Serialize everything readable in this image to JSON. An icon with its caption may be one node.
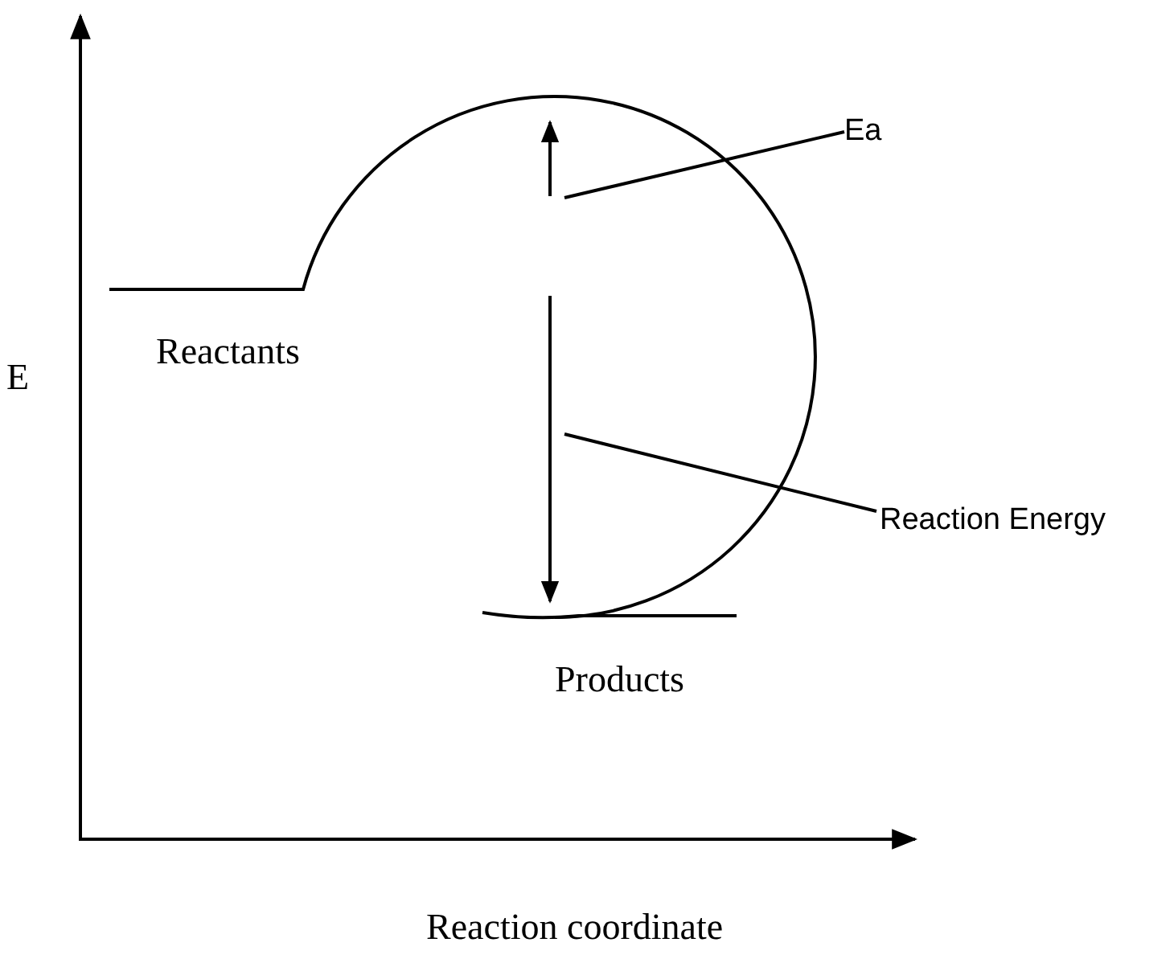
{
  "diagram": {
    "nodes": [
      {
        "text": [
          "Ea"
        ]
      },
      {
        "text": [
          "Reaction Energy"
        ]
      },
      {
        "text": [],
        "shape": "arrow"
      }
    ],
    "edges": [
      {
        "from": 0,
        "to": 2,
        "arrow": "none"
      },
      {
        "from": 1,
        "to": 2,
        "arrow": "none"
      }
    ],
    "labels": [
      "E",
      "Reactants",
      "Products",
      "Reaction coordinate"
    ]
  }
}
